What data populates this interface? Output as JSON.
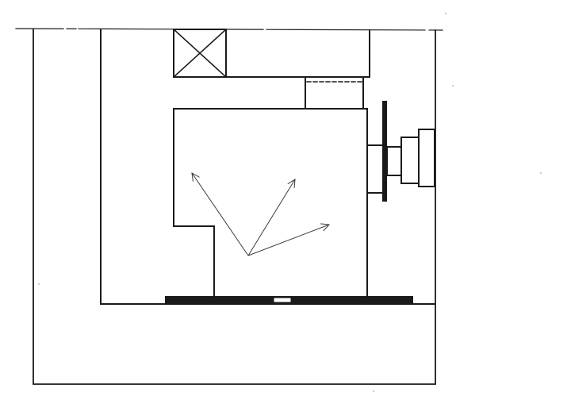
{
  "diagram": {
    "type": "line-drawing",
    "text": [],
    "colors": {
      "ink": "#1a1a1a",
      "paper": "#ffffff",
      "arrow": "#3a3a3a"
    },
    "components": [
      "outer-frame",
      "inner-frame",
      "crossed-box",
      "top-rectangle",
      "dashed-connector",
      "main-chamber",
      "side-plate",
      "right-fitting",
      "bottom-base-bar",
      "ray-arrows"
    ],
    "arrow_count": 3
  }
}
